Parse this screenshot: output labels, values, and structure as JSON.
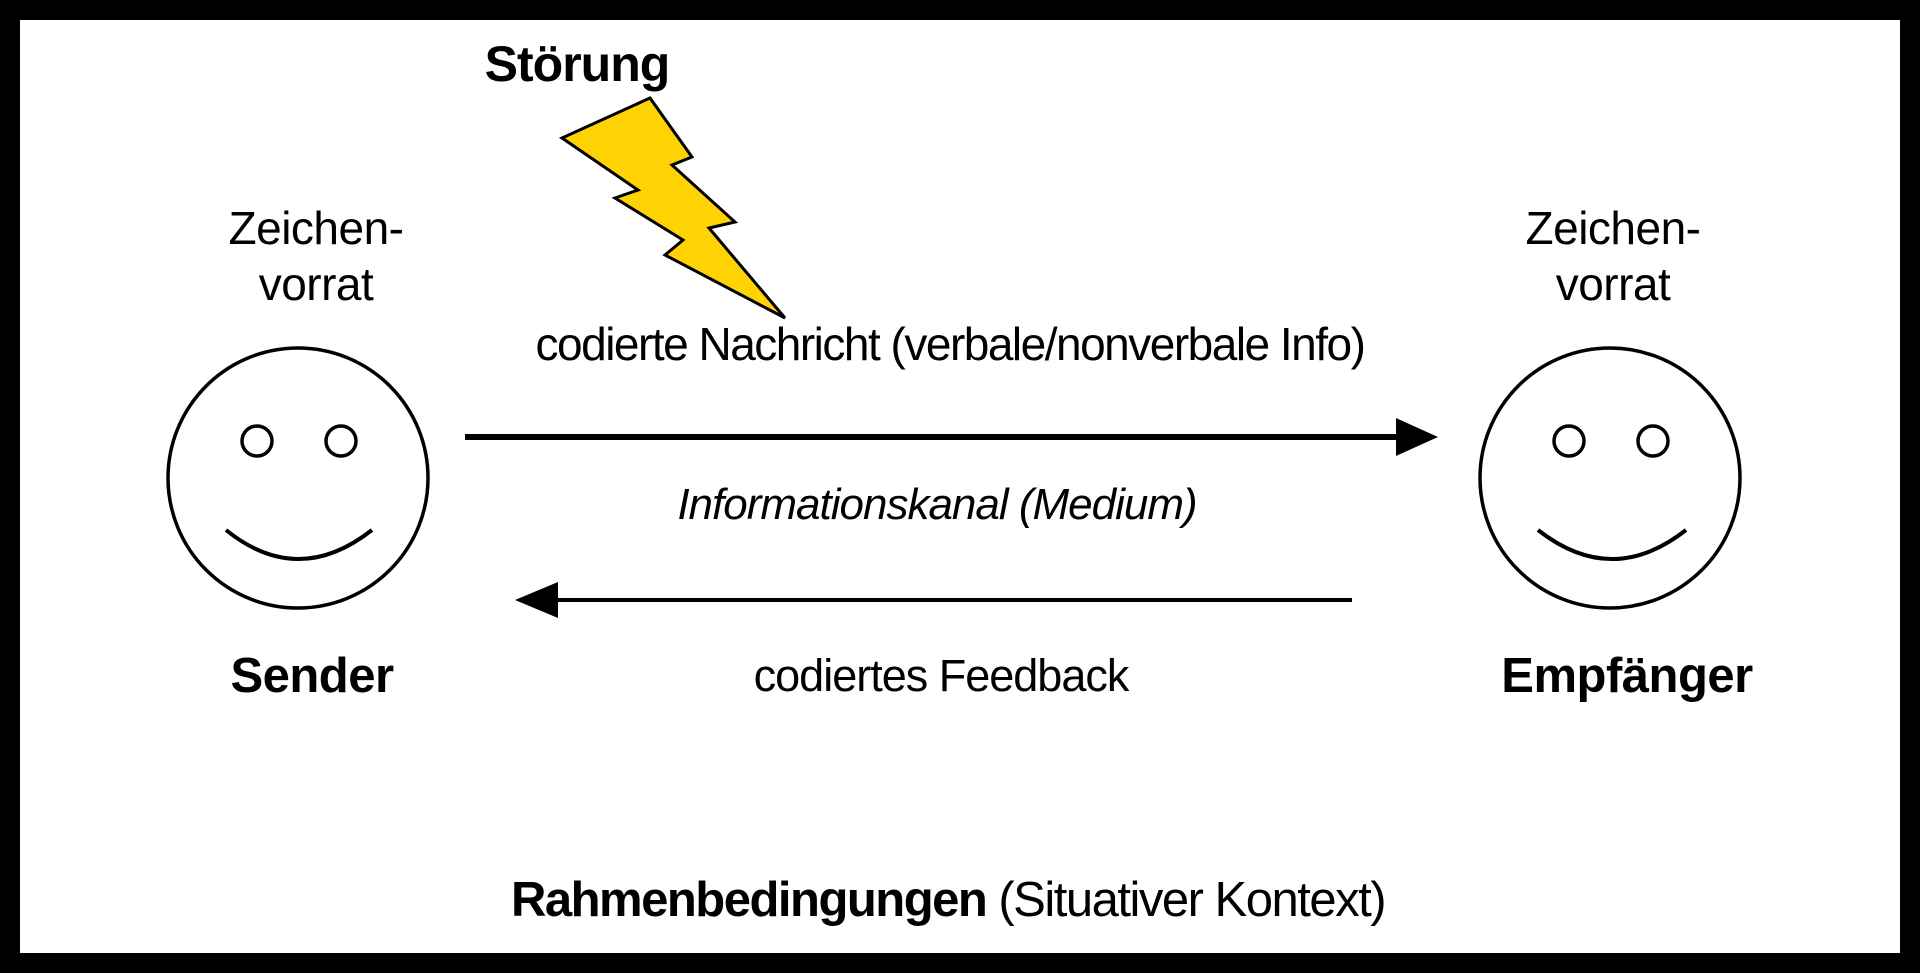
{
  "diagram": {
    "disturbance_label": "Störung",
    "sender": {
      "alphabet_line1": "Zeichen-",
      "alphabet_line2": "vorrat",
      "label": "Sender"
    },
    "receiver": {
      "alphabet_line1": "Zeichen-",
      "alphabet_line2": "vorrat",
      "label": "Empfänger"
    },
    "forward_arrow_label": "codierte Nachricht (verbale/nonverbale Info)",
    "channel_label": "Informationskanal (Medium)",
    "feedback_arrow_label": "codiertes Feedback",
    "footer_bold": "Rahmenbedingungen",
    "footer_regular": "(Situativer Kontext)",
    "colors": {
      "lightning_fill": "#FFD203",
      "outline": "#000000",
      "background": "#FFFFFF"
    }
  }
}
